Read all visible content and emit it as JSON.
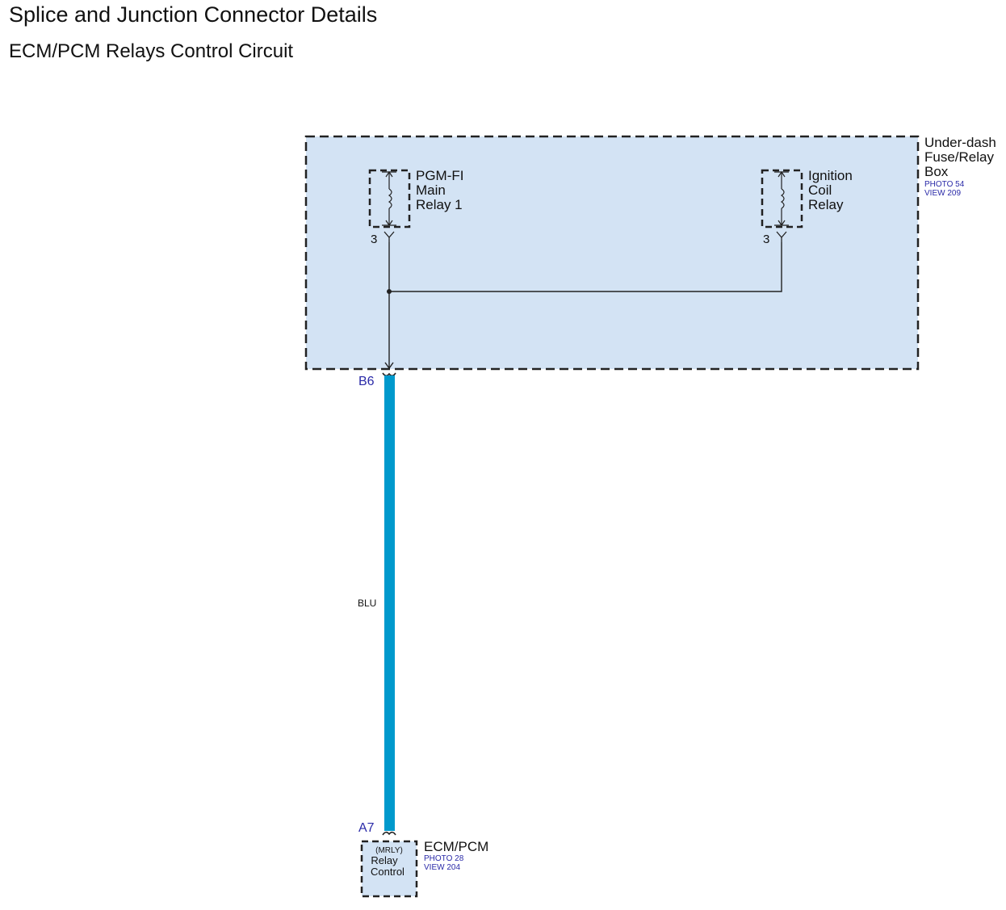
{
  "header": {
    "title": "Splice and Junction Connector Details",
    "subtitle": "ECM/PCM Relays Control Circuit"
  },
  "fuse_box": {
    "name_lines": [
      "Under-dash",
      "Fuse/Relay",
      "Box"
    ],
    "photo": "PHOTO 54",
    "view": "VIEW 209",
    "fill_color": "#d3e3f4"
  },
  "relays": [
    {
      "name_lines": [
        "PGM-FI",
        "Main",
        "Relay 1"
      ],
      "pin": "3"
    },
    {
      "name_lines": [
        "Ignition",
        "Coil",
        "Relay"
      ],
      "pin": "3"
    }
  ],
  "wire": {
    "color_code": "BLU",
    "color": "#0099cc",
    "from_pin": "B6",
    "to_pin": "A7"
  },
  "ecm": {
    "name": "ECM/PCM",
    "photo": "PHOTO 28",
    "view": "VIEW 204",
    "terminal_code": "(MRLY)",
    "terminal_lines": [
      "Relay",
      "Control"
    ]
  }
}
